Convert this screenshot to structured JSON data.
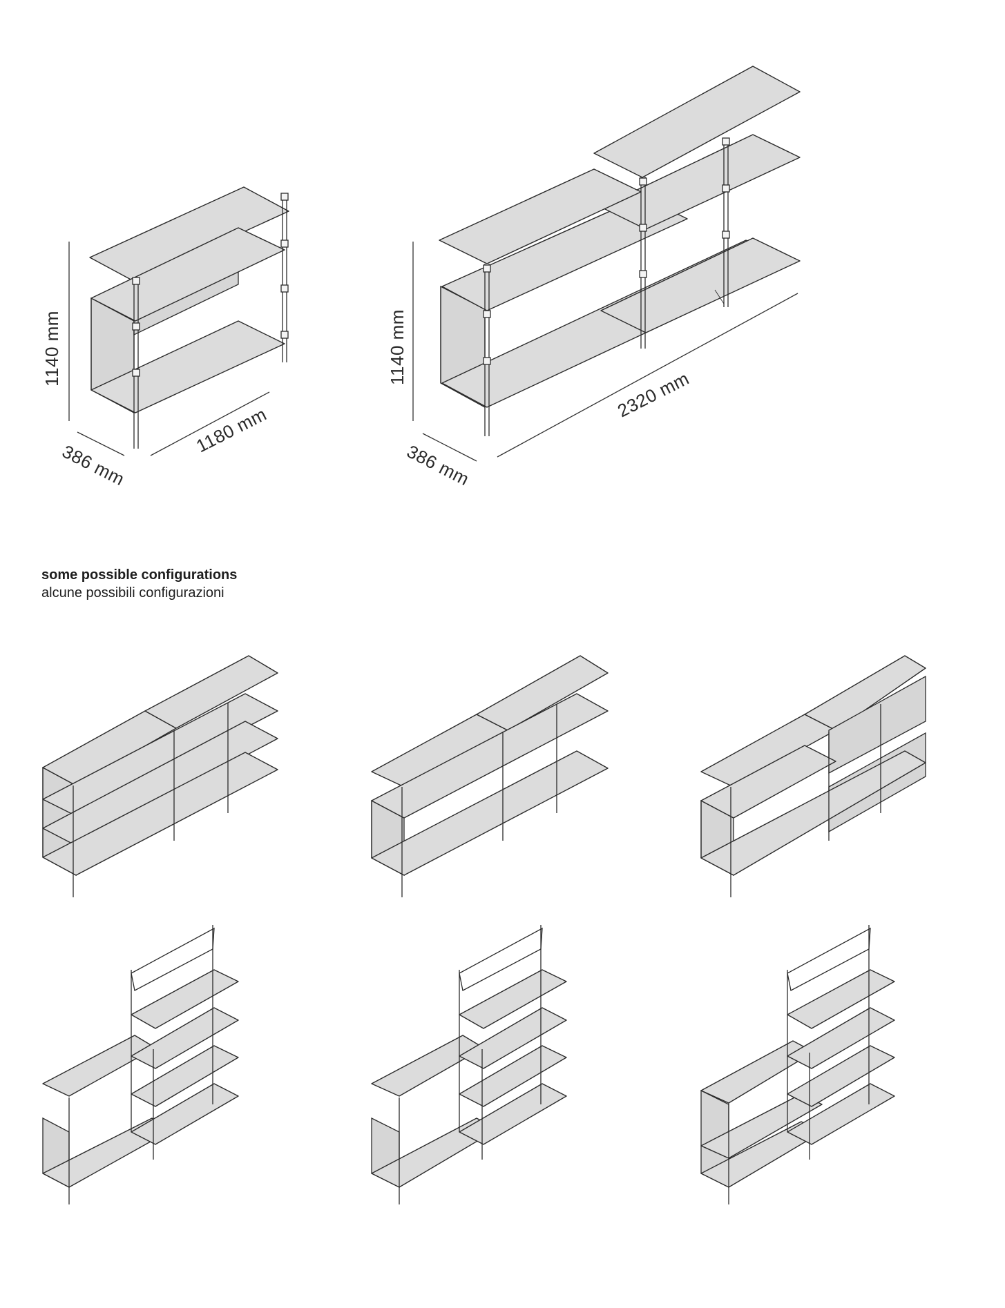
{
  "section": {
    "title_en": "some possible configurations",
    "title_it": "alcune possibili configurazioni"
  },
  "dimensions": {
    "small_height": "1140 mm",
    "small_width": "1180 mm",
    "small_depth": "386 mm",
    "large_height": "1140 mm",
    "large_width": "2320 mm",
    "large_depth": "386 mm"
  },
  "colors": {
    "shelf_fill": "#dcdcdc",
    "outline": "#2b2b2b",
    "background": "#ffffff"
  }
}
